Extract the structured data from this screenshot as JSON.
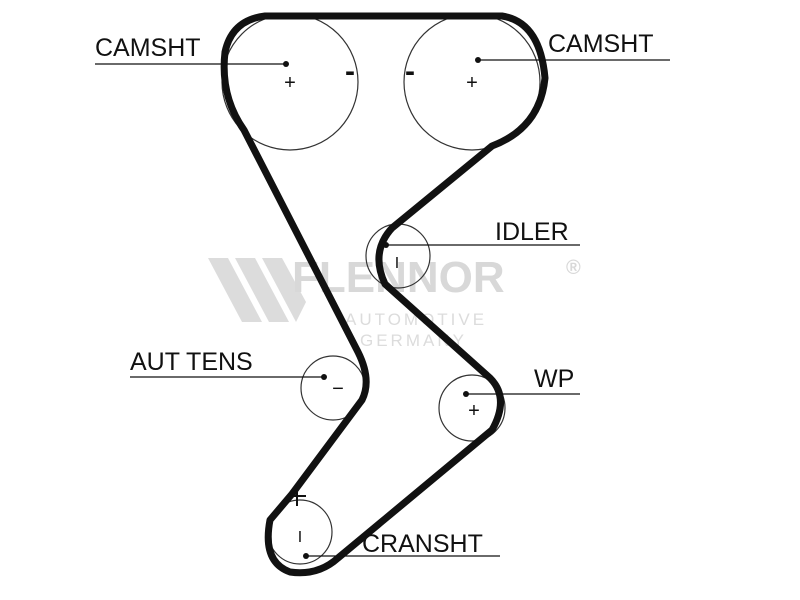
{
  "labels": {
    "camshaft_left": "CAMSHT",
    "camshaft_right": "CAMSHT",
    "idler": "IDLER",
    "auto_tensioner": "AUT TENS",
    "water_pump": "WP",
    "crankshaft": "CRANSHT"
  },
  "pulley_marks": {
    "camshaft_left_center": "+",
    "camshaft_left_side": "-",
    "camshaft_right_side": "-",
    "camshaft_right_center": "+",
    "idler": "I",
    "auto_tensioner": "−",
    "water_pump": "+",
    "crankshaft": "I"
  },
  "watermark": {
    "brand": "FLENNOR",
    "registered": "®",
    "line1": "AUTOMOTIVE",
    "line2": "GERMANY"
  },
  "colors": {
    "belt": "#111111",
    "pulley": "#333333",
    "watermark": "#d8d8d8"
  }
}
